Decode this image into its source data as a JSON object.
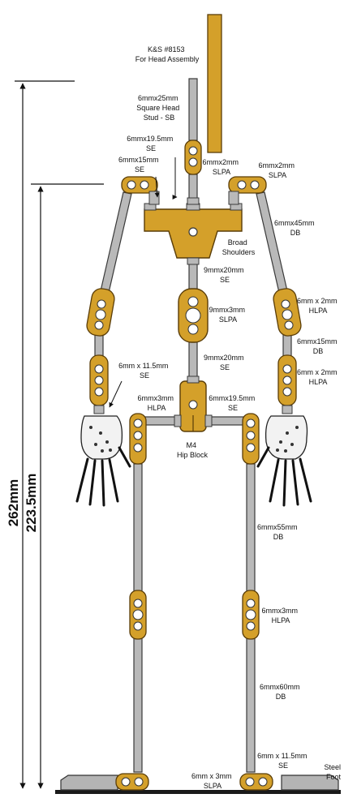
{
  "colors": {
    "gold": "#d4a02a",
    "gold_stroke": "#5a3d08",
    "rod": "#b9b9b9",
    "rod_stroke": "#3a3a3a",
    "hand": "#f2f2f2",
    "foot": "#b4b4b4",
    "ground": "#1a1a1a"
  },
  "dimensions": {
    "overall_height": "262mm",
    "shoulder_height": "223.5mm"
  },
  "labels": {
    "head_assembly": [
      "K&S #8153",
      "For Head Assembly"
    ],
    "head_stud": [
      "6mmx25mm",
      "Square Head",
      "Stud - SB"
    ],
    "neck_se_top": [
      "6mmx19.5mm",
      "SE"
    ],
    "neck_slpa": [
      "6mmx2mm",
      "SLPA"
    ],
    "shoulder_se": [
      "6mmx15mm",
      "SE"
    ],
    "right_slpa": [
      "6mmx2mm",
      "SLPA"
    ],
    "upper_arm_db": [
      "6mmx45mm",
      "DB"
    ],
    "shoulders": [
      "Broad",
      "Shoulders"
    ],
    "spine_se_top": [
      "9mmx20mm",
      "SE"
    ],
    "spine_slpa": [
      "9mmx3mm",
      "SLPA"
    ],
    "elbow_hlpa": [
      "6mm x 2mm",
      "HLPA"
    ],
    "forearm_db": [
      "6mmx15mm",
      "DB"
    ],
    "spine_se_bottom": [
      "9mmx20mm",
      "SE"
    ],
    "wrist_hlpa": [
      "6mm x 2mm",
      "HLPA"
    ],
    "wrist_se": [
      "6mm x 11.5mm",
      "SE"
    ],
    "hip_hlpa": [
      "6mmx3mm",
      "HLPA"
    ],
    "hip_se": [
      "6mmx19.5mm",
      "SE"
    ],
    "hip_block": [
      "M4",
      "Hip Block"
    ],
    "thigh_db": [
      "6mmx55mm",
      "DB"
    ],
    "knee_hlpa": [
      "6mmx3mm",
      "HLPA"
    ],
    "shin_db": [
      "6mmx60mm",
      "DB"
    ],
    "ankle_se": [
      "6mm x 11.5mm",
      "SE"
    ],
    "ankle_slpa": [
      "6mm x 3mm",
      "SLPA"
    ],
    "steel_foot": [
      "Steel",
      "Foot"
    ]
  }
}
